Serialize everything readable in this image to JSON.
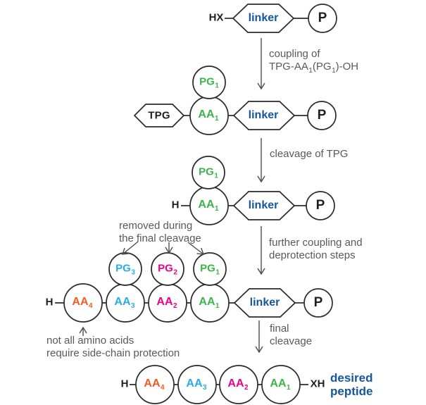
{
  "colors": {
    "green_aa1_pg1": "#3cb44a",
    "cyan_aa3_pg3": "#29aee3",
    "magenta_aa2_pg2": "#ec008c",
    "orange_aa4": "#f25c21",
    "blue_linker_text": "#15569d",
    "gray_labels": "#58595b",
    "black_outlines": "#2b2a29"
  },
  "nodes": {
    "hx": "HX",
    "h": "H",
    "xh": "XH",
    "p": "P",
    "tpg": "TPG",
    "linker": "linker",
    "aa1": {
      "base": "AA",
      "sub": "1"
    },
    "aa2": {
      "base": "AA",
      "sub": "2"
    },
    "aa3": {
      "base": "AA",
      "sub": "3"
    },
    "aa4": {
      "base": "AA",
      "sub": "4"
    },
    "pg1": {
      "base": "PG",
      "sub": "1"
    },
    "pg2": {
      "base": "PG",
      "sub": "2"
    },
    "pg3": {
      "base": "PG",
      "sub": "3"
    }
  },
  "step_labels": {
    "coupling": {
      "line1": "coupling of",
      "reagent_parts": [
        "TPG-AA",
        "1",
        "(PG",
        "1",
        ")-OH"
      ]
    },
    "cleavage_tpg": "cleavage of TPG",
    "further": {
      "line1": "further coupling and",
      "line2": "deprotection steps"
    },
    "final": {
      "line1": "final",
      "line2": "cleavage"
    }
  },
  "annotations": {
    "removed": {
      "line1": "removed during",
      "line2": "the final cleavage"
    },
    "not_all": {
      "line1": "not all amino acids",
      "line2": "require side-chain protection"
    },
    "desired": {
      "line1": "desired",
      "line2": "peptide"
    }
  }
}
